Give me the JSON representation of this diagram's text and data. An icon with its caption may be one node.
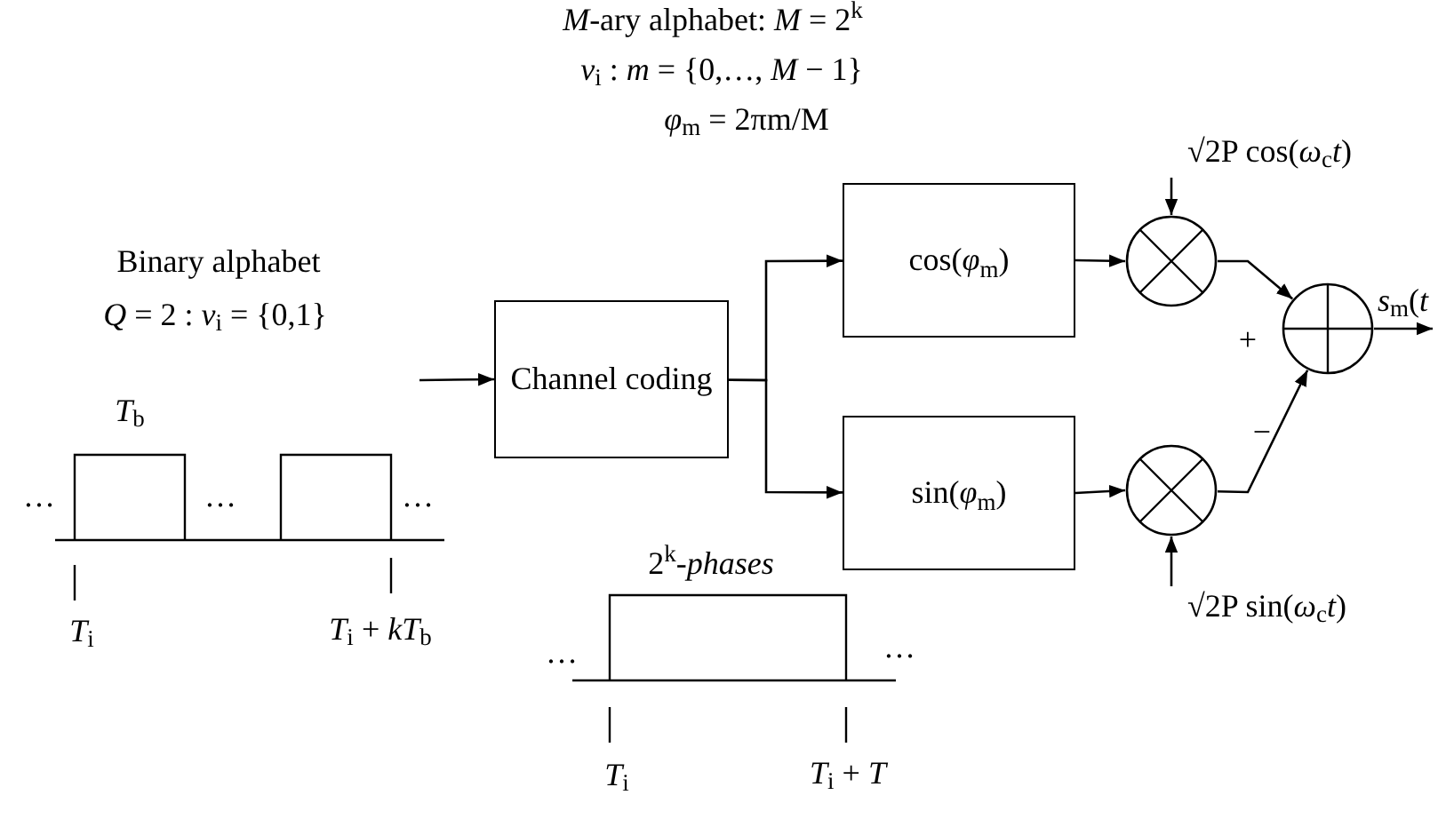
{
  "diagram": {
    "nodes": [
      {
        "text": [
          "Channel coding"
        ]
      },
      {
        "text": [
          "cos(*φ*$_{m}$)"
        ]
      },
      {
        "text": [
          "sin(*φ*$_{m}$)"
        ]
      },
      {
        "text": [],
        "shape": "circle"
      },
      {
        "text": [],
        "shape": "circle"
      },
      {
        "text": [],
        "shape": "circle"
      },
      {
        "text": [
          "√2P cos(*ω*$_{c}$*t*)"
        ]
      },
      {
        "text": [
          "√2P sin(*ω*$_{c}$*t*)"
        ]
      },
      {
        "text": [
          "*s*$_{m}$(*t*"
        ]
      }
    ],
    "edges": [
      {
        "from": null,
        "to": 0,
        "arrow": "to"
      },
      {
        "from": 0,
        "to": 1,
        "arrow": "to"
      },
      {
        "from": 0,
        "to": 2,
        "arrow": "to"
      },
      {
        "from": 1,
        "to": 3,
        "arrow": "to"
      },
      {
        "from": 2,
        "to": 4,
        "arrow": "to"
      },
      {
        "from": 6,
        "to": 3,
        "arrow": "to"
      },
      {
        "from": 7,
        "to": 4,
        "arrow": "to"
      },
      {
        "from": 3,
        "to": 5,
        "arrow": "to"
      },
      {
        "from": 4,
        "to": 5,
        "arrow": "to"
      },
      {
        "from": 5,
        "to": 8,
        "arrow": "to"
      }
    ],
    "labels": [
      "*M*-ary alphabet: *M* = 2$^{k}$",
      "*v*$_{i}$ : *m* = {0,…, *M* − 1}",
      "*φ*$_{m}$ = 2πm/M",
      "Binary alphabet",
      "*Q* = 2 : *v*$_{i}$ = {0,1}",
      "*T*$_{b}$",
      "…",
      "…",
      "…",
      "*T*$_{i}$",
      "*T*$_{i}$ + *kT*$_{b}$",
      "2$^{k}$-*phases*",
      "…",
      "…",
      "*T*$_{i}$",
      "*T*$_{i}$ + *T*",
      "+",
      "−"
    ]
  }
}
